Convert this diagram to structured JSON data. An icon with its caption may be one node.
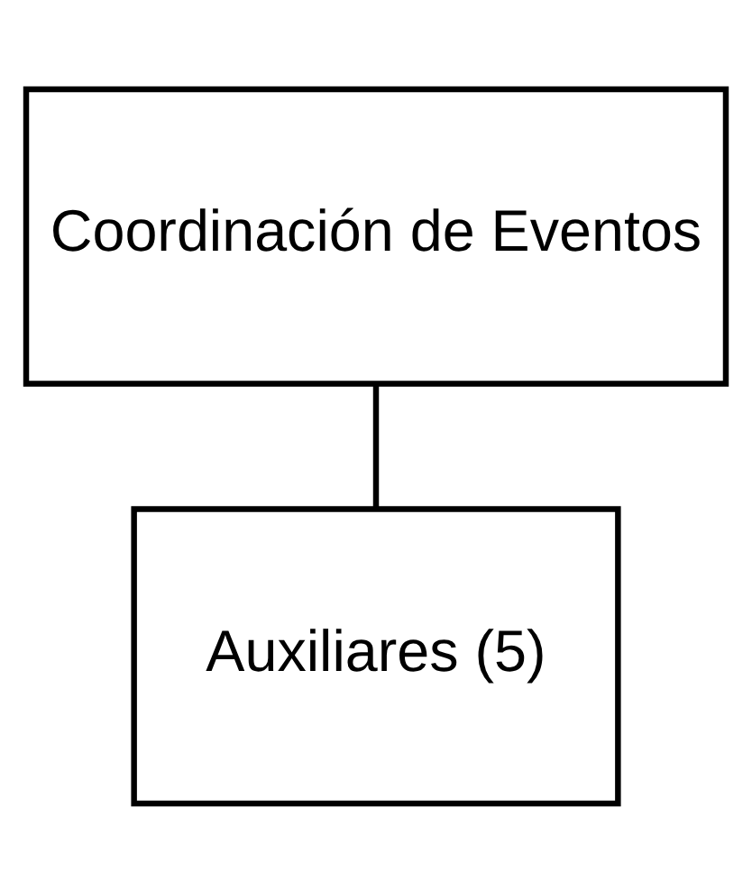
{
  "diagram": {
    "nodes": [
      {
        "text": [
          "Coordinación de Eventos"
        ]
      },
      {
        "text": [
          "Auxiliares (5)"
        ]
      }
    ],
    "edges": [
      {
        "from": 0,
        "to": 1,
        "arrow": "none"
      }
    ]
  }
}
